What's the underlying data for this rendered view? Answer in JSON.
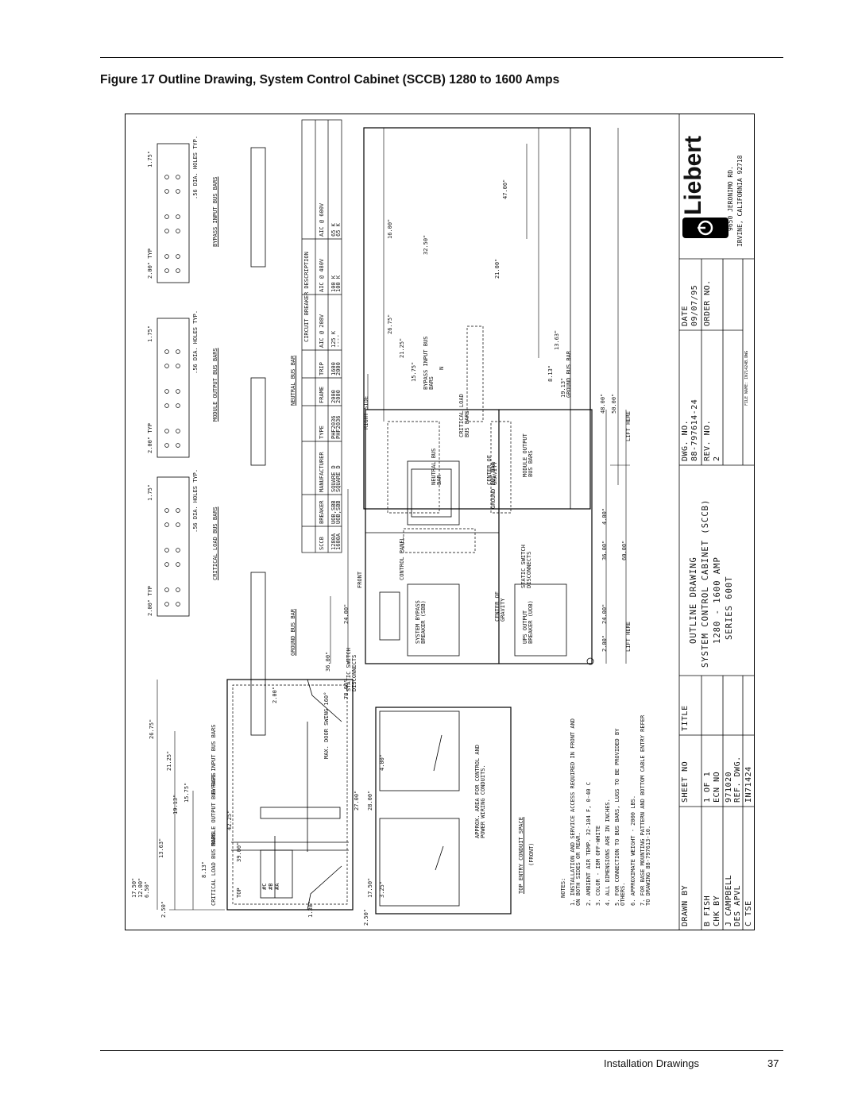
{
  "header": {
    "figure_title": "Figure 17  Outline Drawing, System Control Cabinet (SCCB) 1280 to 1600 Amps"
  },
  "footer": {
    "section": "Installation Drawings",
    "page_number": "37"
  },
  "drawing": {
    "top_view": {
      "label": "TOP",
      "module_output_bus_bars": "MODULE OUTPUT BUS BARS",
      "bypass_input_bus_bars": "BYPASS INPUT BUS BARS",
      "critical_load_bus_bars": "CRITICAL LOAD BUS BARS",
      "door_swing": "MAX. DOOR SWING 160°",
      "phases": [
        "#C",
        "#B",
        "#A"
      ],
      "dims": [
        "26.75\"",
        "21.25\"",
        "15.75\"",
        "13.63\"",
        "19.13\"",
        "8.13\"",
        "42.25\"",
        "39.00\"",
        "17.50\"",
        "12.00\"",
        "6.50\"",
        "2.50\"",
        "2.00\"",
        "1.38\""
      ]
    },
    "top_entry": {
      "title": "TOP ENTRY CONDUIT SPACE",
      "subtitle": "(FRONT)",
      "area_note": "APPROX. AREA FOR CONTROL AND POWER WIRING CONDUITS.",
      "dims": [
        "28.00\"",
        "4.00\"",
        "17.50\"",
        "3.25\"",
        "2.50\"",
        "27.00\""
      ]
    },
    "notes": {
      "heading": "NOTES:",
      "items": [
        "1. INSTALLATION AND SERVICE ACCESS REQUIRED IN FRONT AND ON BOTH SIDES OR REAR.",
        "2. AMBIENT AIR TEMP. 32-104 F, 0-40 C",
        "3. COLOR - IBM OFF-WHITE",
        "4. ALL DIMENSIONS ARE IN INCHES.",
        "5. FOR CONNECTION TO BUS BARS, LUGS TO BE PROVIDED BY OTHERS.",
        "6. APPROXIMATE WEIGHT - 2000 LBS.",
        "7. FOR BASE MOUNTING PATTERN AND BOTTOM CABLE ENTRY REFER TO DRAWING 88-797613-10."
      ]
    },
    "bus_bars": {
      "critical_load": "CRITICAL LOAD BUS BARS",
      "module_output": "MODULE OUTPUT BUS BARS",
      "bypass_input": "BYPASS INPUT BUS BARS",
      "ground": "GROUND BUS BAR",
      "neutral": "NEUTRAL BUS BAR",
      "hole_note": ".56 DIA. HOLES TYP.",
      "typ_spacing": "2.00\" TYP",
      "edge_dim": "1.75\""
    },
    "breaker_table": {
      "group_header": "CIRCUIT BREAKER DESCRIPTION",
      "headers": [
        "SCCB",
        "BREAKER",
        "MANUFACTURER",
        "TYPE",
        "FRAME",
        "TRIP",
        "AIC @ 208V",
        "AIC @ 480V",
        "AIC @ 600V"
      ],
      "rows": [
        [
          "1280A",
          "UOB,SBB",
          "SQUARE D",
          "PHF2036",
          "2000",
          "1600",
          "125 K",
          "100 K",
          "65 K"
        ],
        [
          "1600A",
          "UOB,SBB",
          "SQUARE D",
          "PHF2036",
          "2000",
          "2000",
          "----",
          "100 K",
          "65 K"
        ]
      ]
    },
    "front_view": {
      "label": "FRONT",
      "static_switch_disconnects": "STATIC SWITCH DISCONNECTS",
      "control_panel": "CONTROL PANEL",
      "neutral_bus_bar": "NEUTRAL BUS BAR",
      "ground_bus_bar": "GROUND BUS BAR",
      "static_switch_disconnects_2": "STATIC SWITCH DISCONNECTS",
      "center_of_gravity": "CENTER OF GRAVITY",
      "system_bypass_breaker": "SYSTEM BYPASS BREAKER (SBB)",
      "ups_output_breaker": "UPS OUTPUT BREAKER (UOB)",
      "lift_here": "LIFT HERE",
      "dims": [
        "36.00\"",
        "24.00\"",
        "78.00\"",
        "2.00\"",
        "24.00\"",
        "36.00\"",
        "60.00\""
      ]
    },
    "right_side": {
      "label": "RIGHT SIDE",
      "bypass_input_bus_bars": "BYPASS INPUT BUS BARS",
      "critical_load_bus_bars": "CRITICAL LOAD BUS BARS",
      "center_of_gravity": "CENTER OF GRAVITY",
      "module_output_bus_bars": "MODULE OUTPUT BUS BARS",
      "ground_bus_bar": "GROUND BUS BAR",
      "n": "N",
      "dims": [
        "26.75\"",
        "21.25\"",
        "15.75\"",
        "16.00\"",
        "32.50\"",
        "47.00\"",
        "21.00\"",
        "8.13\"",
        "13.63\"",
        "19.13\"",
        "48.00\"",
        "50.00\"",
        "4.00\""
      ]
    },
    "title_block": {
      "drawn_by_label": "DRAWN BY",
      "drawn_by": "B FISH",
      "chk_by_label": "CHK BY",
      "chk_by": "J CAMPBELL",
      "des_apvl_label": "DES APVL",
      "des_apvl": "C TSE",
      "sheet_no_label": "SHEET NO",
      "sheet_no": "1 OF 1",
      "ecn_no_label": "ECN NO",
      "ecn_no": "971020",
      "ref_dwg_label": "REF. DWG.",
      "ref_dwg": "IN71424",
      "title_label": "TITLE",
      "title_lines": [
        "OUTLINE DRAWING",
        "SYSTEM CONTROL CABINET (SCCB)",
        "1280 - 1600 AMP",
        "SERIES 600T"
      ],
      "dwg_no_label": "DWG. NO.",
      "dwg_no": "88-797614-24",
      "date_label": "DATE",
      "date": "09/07/95",
      "rev_no_label": "REV. NO.",
      "rev_no": "2",
      "order_no_label": "ORDER NO.",
      "order_no": "",
      "file_name": "FILE NAME: IN71424B.DWG",
      "company": "Liebert",
      "address_line1": "9650 JERONIMO RD.",
      "address_line2": "IRVINE, CALIFORNIA 92718"
    }
  }
}
